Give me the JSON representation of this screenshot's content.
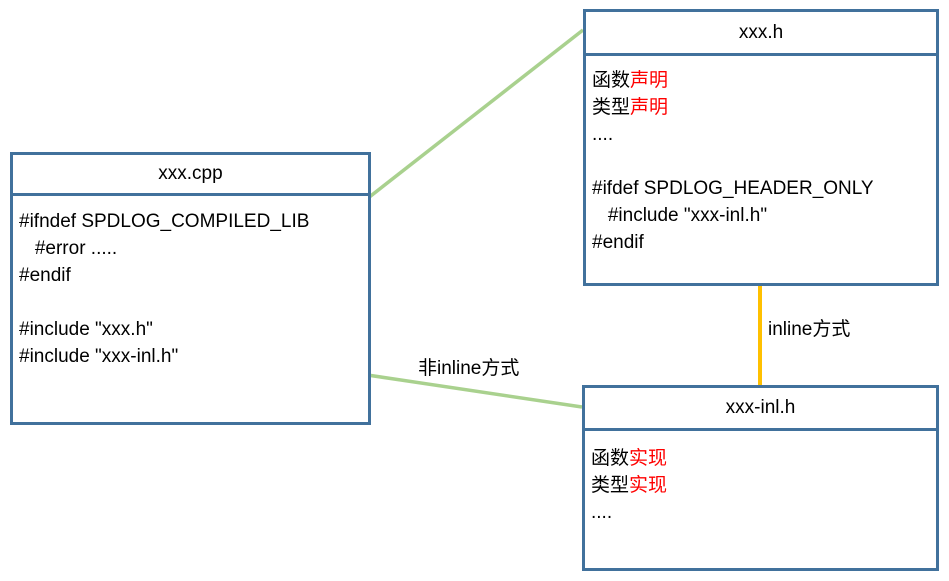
{
  "colors": {
    "border_blue": "#41719c",
    "arrow_green": "#a9d18e",
    "arrow_orange": "#ffc000",
    "text_red": "#ff0000",
    "text_black": "#000000"
  },
  "boxes": {
    "cpp": {
      "title": "xxx.cpp",
      "lines": {
        "0": "#ifndef SPDLOG_COMPILED_LIB",
        "1": "   #error .....",
        "2": "#endif",
        "3": "",
        "4": "#include \"xxx.h\"",
        "5": "#include \"xxx-inl.h\""
      }
    },
    "h": {
      "title": "xxx.h",
      "decl_fn": {
        "black": "函数",
        "red": "声明"
      },
      "decl_type": {
        "black": "类型",
        "red": "声明"
      },
      "lines": {
        "dots": "....",
        "blank": "",
        "ifdef": "#ifdef SPDLOG_HEADER_ONLY",
        "include": "   #include \"xxx-inl.h\"",
        "endif": "#endif"
      }
    },
    "inl": {
      "title": "xxx-inl.h",
      "impl_fn": {
        "black": "函数",
        "red": "实现"
      },
      "impl_type": {
        "black": "类型",
        "red": "实现"
      },
      "lines": {
        "dots": "...."
      }
    }
  },
  "labels": {
    "non_inline": "非inline方式",
    "inline": "inline方式"
  }
}
